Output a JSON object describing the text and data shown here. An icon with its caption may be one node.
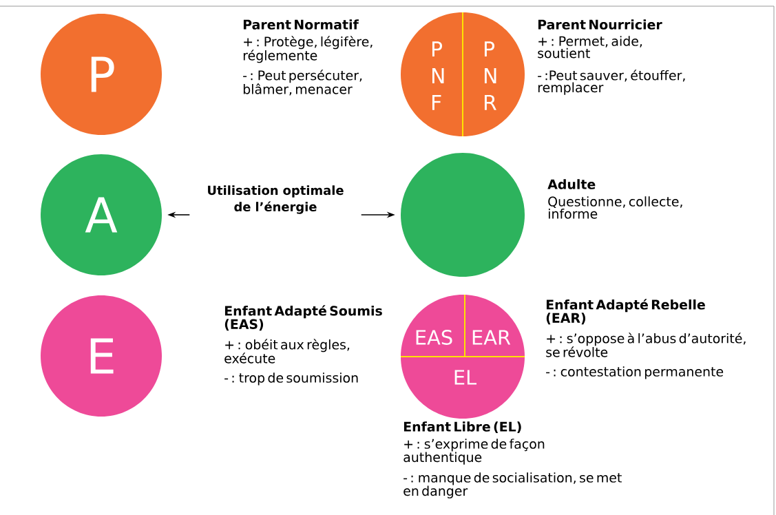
{
  "diagram": {
    "nodes": [
      {
        "text": [
          "P"
        ]
      },
      {
        "text": [
          "P N F",
          "P N R"
        ],
        "beside": [
          "Parent Normatif",
          "+ : Protège, légifère, réglemente",
          "- : Peut persécuter, blâmer, menacer",
          "Parent Nourricier",
          "+ : Permet, aide, soutient",
          "- :Peut sauver, étouffer, remplacer"
        ]
      },
      {
        "text": [
          "A"
        ]
      },
      {
        "text": [
          "Utilisation optimale de l’énergie"
        ]
      },
      {
        "text": [],
        "shape": "circle",
        "beside": [
          "Adulte",
          "Questionne, collecte, informe"
        ]
      },
      {
        "text": [
          "E"
        ]
      },
      {
        "text": [
          "EAS",
          "EAR",
          "EL"
        ],
        "beside": [
          "Enfant Adapté Soumis (EAS)",
          "+ : obéit aux règles, exécute",
          "- : trop de soumission",
          "Enfant Adapté Rebelle (EAR)",
          "+ : s’oppose à l’abus d’autorité, se révolte",
          "- : contestation permanente",
          "Enfant Libre (EL)",
          "+ : s’exprime de façon authentique",
          "- : manque de socialisation, se met en danger"
        ]
      }
    ],
    "edges": [
      {
        "from": 3,
        "to": 2,
        "arrow": "to"
      },
      {
        "from": 3,
        "to": 4,
        "arrow": "to"
      }
    ]
  }
}
